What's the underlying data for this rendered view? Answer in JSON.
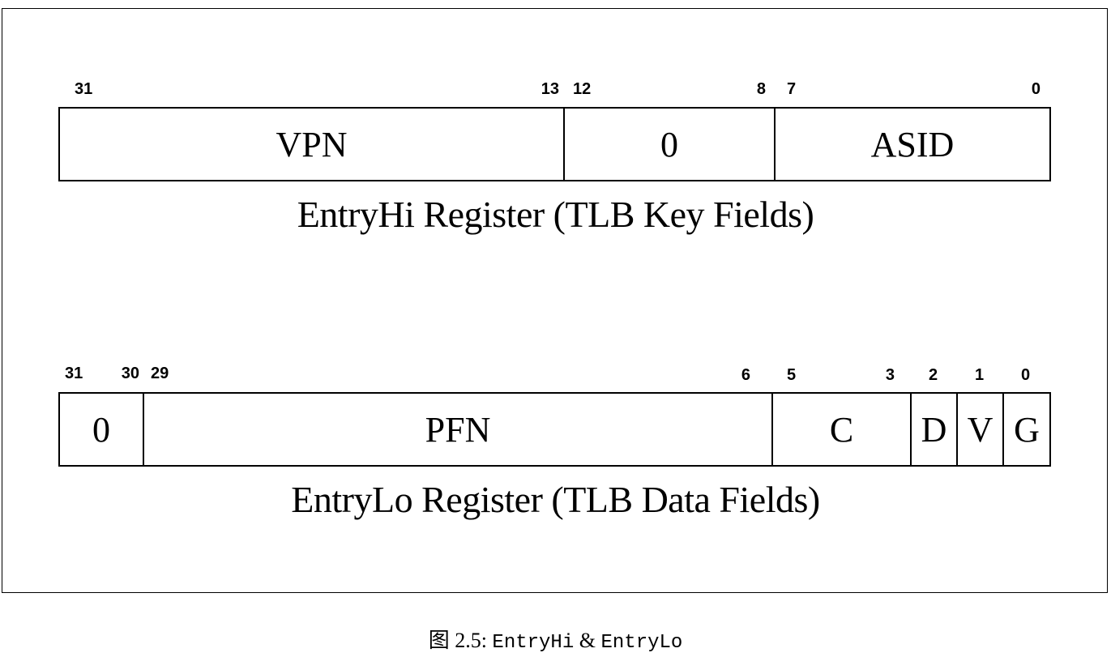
{
  "entryhi": {
    "bits": [
      "31",
      "13",
      "12",
      "8",
      "7",
      "0"
    ],
    "fields": [
      "VPN",
      "0",
      "ASID"
    ],
    "caption": "EntryHi Register (TLB Key Fields)"
  },
  "entrylo": {
    "bits": [
      "31",
      "30",
      "29",
      "6",
      "5",
      "3",
      "2",
      "1",
      "0"
    ],
    "fields": [
      "0",
      "PFN",
      "C",
      "D",
      "V",
      "G"
    ],
    "caption": "EntryLo Register (TLB Data Fields)"
  },
  "figure": {
    "label": "图 2.5:",
    "entryhi": "EntryHi",
    "amp": "&",
    "entrylo": "EntryLo"
  }
}
